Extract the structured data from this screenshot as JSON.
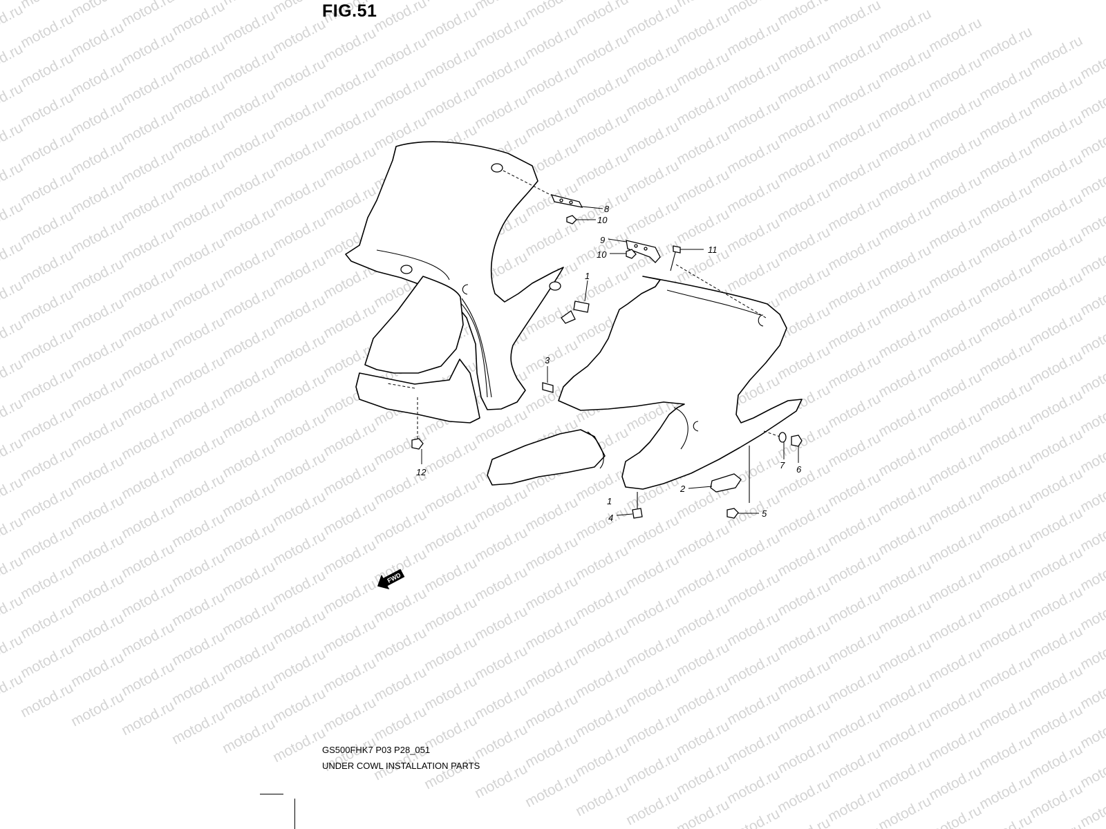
{
  "figure": {
    "title": "FIG.51"
  },
  "watermark": {
    "text": "motod.ru",
    "color": "#d4d4d4"
  },
  "callouts": {
    "c1": "1",
    "c1b": "1",
    "c2": "2",
    "c3": "3",
    "c4": "4",
    "c5": "5",
    "c6": "6",
    "c7": "7",
    "c8": "8",
    "c9": "9",
    "c10a": "10",
    "c10b": "10",
    "c11": "11",
    "c12": "12"
  },
  "fwd_arrow": {
    "label": "FWD",
    "icon": "forward-arrow-icon"
  },
  "footer": {
    "code": "GS500FHK7 P03 P28_051",
    "caption": "UNDER COWL INSTALLATION PARTS"
  }
}
